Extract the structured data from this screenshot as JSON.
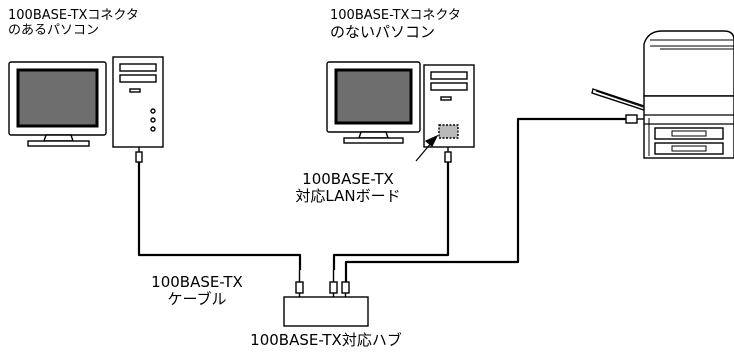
{
  "labels": {
    "pc_with_connector": [
      "100BASE-TXコネクタ",
      "のあるパソコン"
    ],
    "pc_without_connector": [
      "100BASE-TXコネクタ",
      "のないパソコン"
    ],
    "lan_board": [
      "100BASE-TX",
      "対応LANボード"
    ],
    "cable": [
      "100BASE-TX",
      "ケーブル"
    ],
    "hub": "100BASE-TX対応ハブ"
  },
  "devices": {
    "pc_left": "computer-with-connector",
    "pc_middle": "computer-without-connector",
    "printer": "laser-printer",
    "hub": "network-hub"
  },
  "colors": {
    "line": "#000000",
    "background": "#ffffff",
    "screen": "#6e6e6e",
    "lan_board_fill": "#b9b9b9"
  }
}
